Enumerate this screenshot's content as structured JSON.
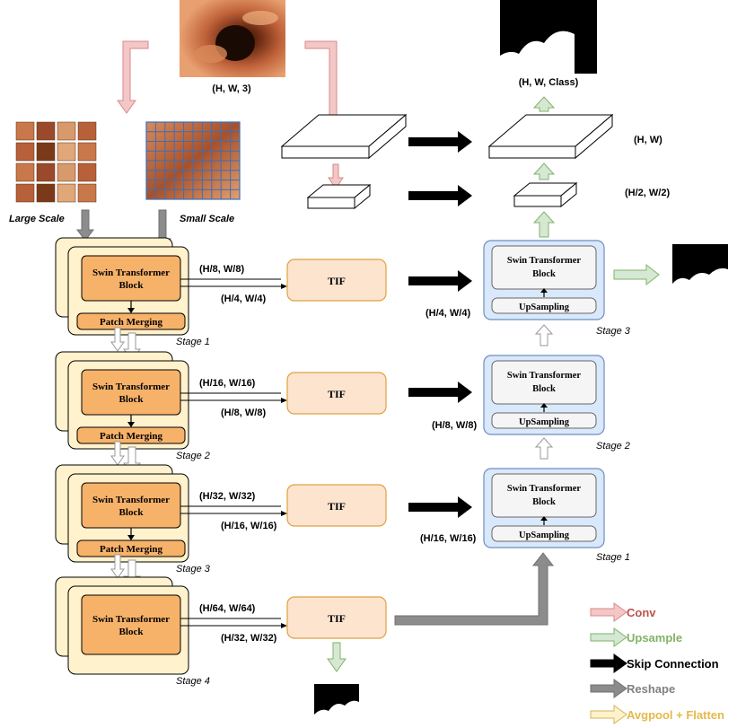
{
  "input": {
    "shape": "(H, W, 3)"
  },
  "output": {
    "shape": "(H, W, Class)"
  },
  "scales": {
    "large": "Large Scale",
    "small": "Small Scale"
  },
  "encoder": {
    "block_line1": "Swin Transformer",
    "block_line2": "Block",
    "merge": "Patch Merging",
    "stages": [
      "Stage 1",
      "Stage 2",
      "Stage 3",
      "Stage 4"
    ]
  },
  "connections": [
    {
      "top": "(H/8, W/8)",
      "bottom": "(H/4, W/4)"
    },
    {
      "top": "(H/16, W/16)",
      "bottom": "(H/8, W/8)"
    },
    {
      "top": "(H/32, W/32)",
      "bottom": "(H/16, W/16)"
    },
    {
      "top": "(H/64, W/64)",
      "bottom": "(H/32, W/32)"
    }
  ],
  "tif": "TIF",
  "skip_labels": [
    "(H/4, W/4)",
    "(H/8, W/8)",
    "(H/16, W/16)"
  ],
  "decoder": {
    "block_line1": "Swin Transformer",
    "block_line2": "Block",
    "up": "UpSampling",
    "stages": [
      "Stage 3",
      "Stage 2",
      "Stage 1"
    ]
  },
  "slab_labels": {
    "full": "(H, W)",
    "half": "(H/2, W/2)"
  },
  "legend": [
    {
      "label": "Conv",
      "color": "#c0504d",
      "fill": "#f4c7c7",
      "stroke": "#d88a8a"
    },
    {
      "label": "Upsample",
      "color": "#82b366",
      "fill": "#d5e8d4",
      "stroke": "#82b366"
    },
    {
      "label": "Skip Connection",
      "color": "#000000",
      "fill": "#000000",
      "stroke": "#000000"
    },
    {
      "label": "Reshape",
      "color": "#808080",
      "fill": "#8c8c8c",
      "stroke": "#707070"
    },
    {
      "label": "Avgpool + Flatten",
      "color": "#e6b84a",
      "fill": "#fff2cc",
      "stroke": "#d6b656"
    }
  ]
}
